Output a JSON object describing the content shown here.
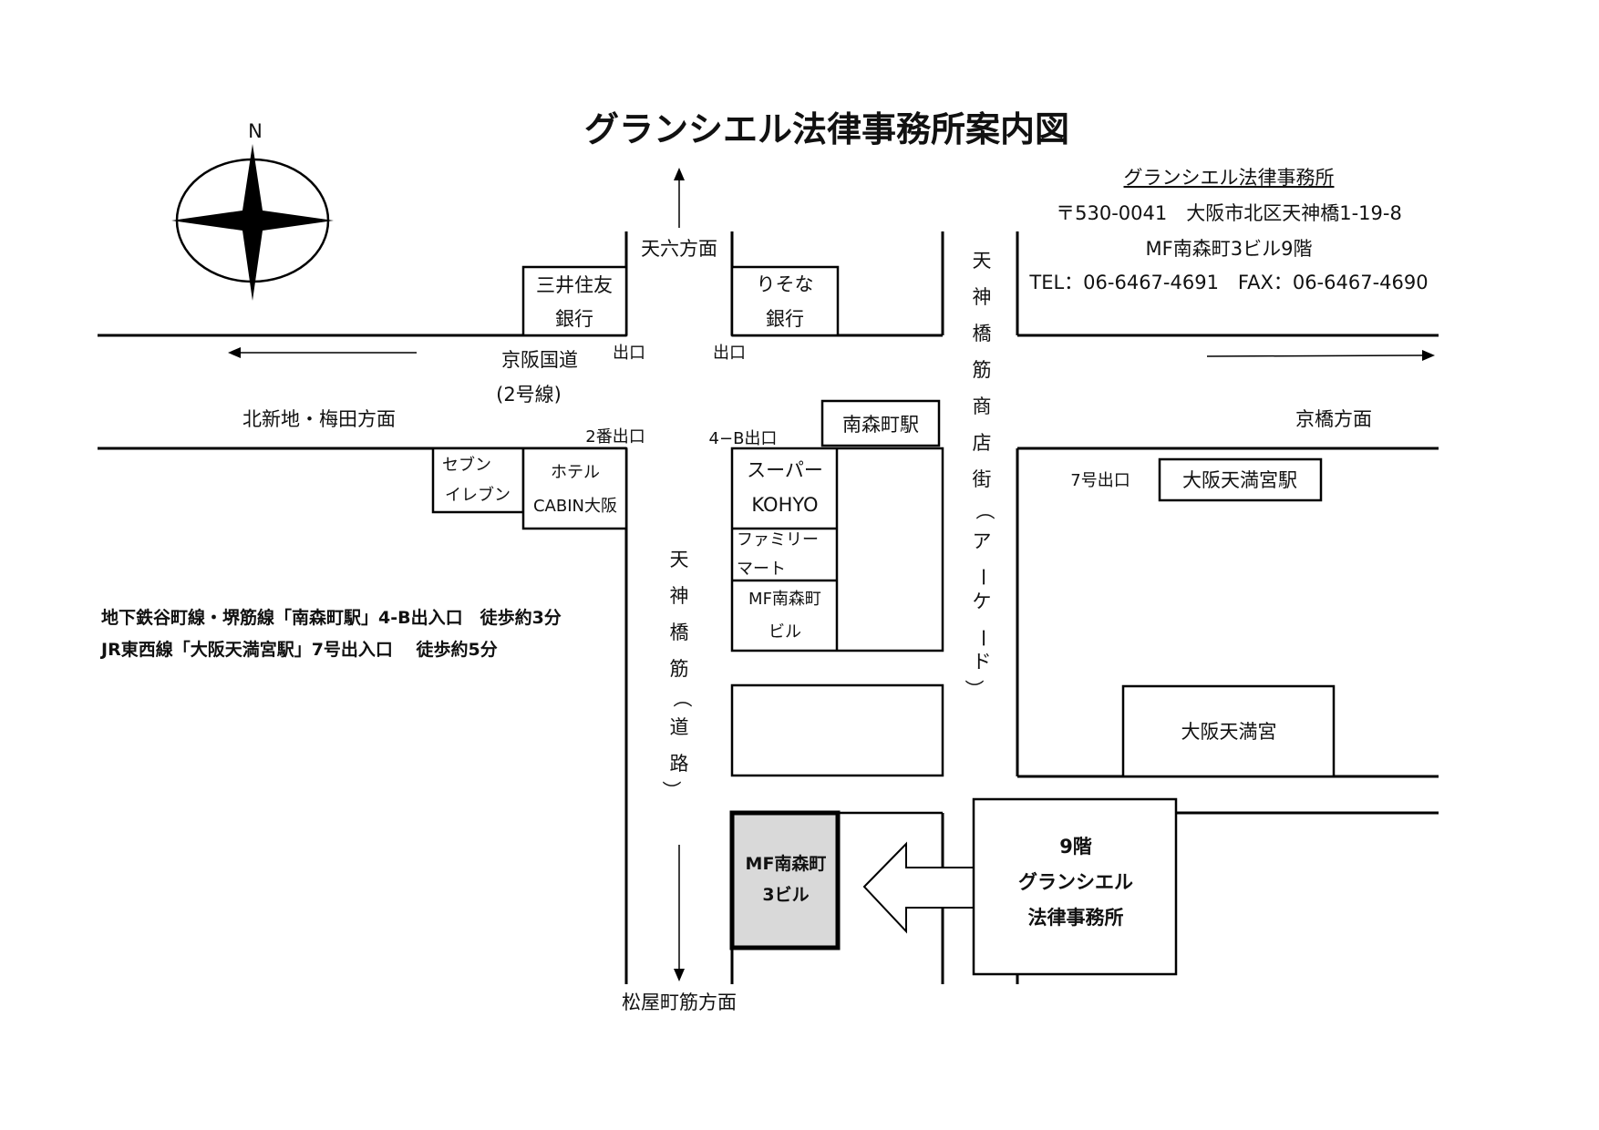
{
  "title": "グランシエル法律事務所案内図",
  "compass": {
    "north_label": "N",
    "icon": "compass-rose-icon"
  },
  "office_info": {
    "name": "グランシエル法律事務所",
    "address": "〒530-0041　大阪市北区天神橋1-19-8",
    "building": "MF南森町3ビル9階",
    "contact": "TEL：06-6467-4691　FAX：06-6467-4690"
  },
  "directions": {
    "north": "天六方面",
    "west": "北新地・梅田方面",
    "east": "京橋方面",
    "south": "松屋町筋方面"
  },
  "roads": {
    "kokudo_name": "京阪国道",
    "kokudo_route": "(2号線)",
    "tenjinbashisuji_road": [
      "天",
      "神",
      "橋",
      "筋",
      "（",
      "道",
      "路",
      "）"
    ],
    "shotengai": [
      "天",
      "神",
      "橋",
      "筋",
      "商",
      "店",
      "街",
      "（",
      "ア",
      "ー",
      "ケ",
      "ー",
      "ド",
      "）"
    ]
  },
  "exits": {
    "exit_nw": "出口",
    "exit_ne": "出口",
    "exit_2": "2番出口",
    "exit_4b": "4−B出口",
    "exit_7": "7号出口"
  },
  "buildings": {
    "mitsui_sumitomo": [
      "三井住友",
      "銀行"
    ],
    "resona": [
      "りそな",
      "銀行"
    ],
    "seven_eleven": [
      "セブン",
      "イレブン"
    ],
    "hotel_cabin": [
      "ホテル",
      "CABIN大阪"
    ],
    "super_kohyo": [
      "スーパー",
      "KOHYO"
    ],
    "family_mart": [
      "ファミリー",
      "マート"
    ],
    "mf_minamimorimachi": [
      "MF南森町",
      "ビル"
    ],
    "target_building": [
      "MF南森町",
      "3ビル"
    ],
    "tenmangu": "大阪天満宮"
  },
  "stations": {
    "minamimorimachi": "南森町駅",
    "osaka_tenmangu": "大阪天満宮駅"
  },
  "callout": [
    "9階",
    "グランシエル",
    "法律事務所"
  ],
  "access": [
    "地下鉄谷町線・堺筋線「南森町駅」4-B出入口　徒歩約3分",
    "JR東西線「大阪天満宮駅」7号出入口　 徒歩約5分"
  ],
  "colors": {
    "highlight_fill": "#d9d9d9",
    "ink": "#000000"
  }
}
